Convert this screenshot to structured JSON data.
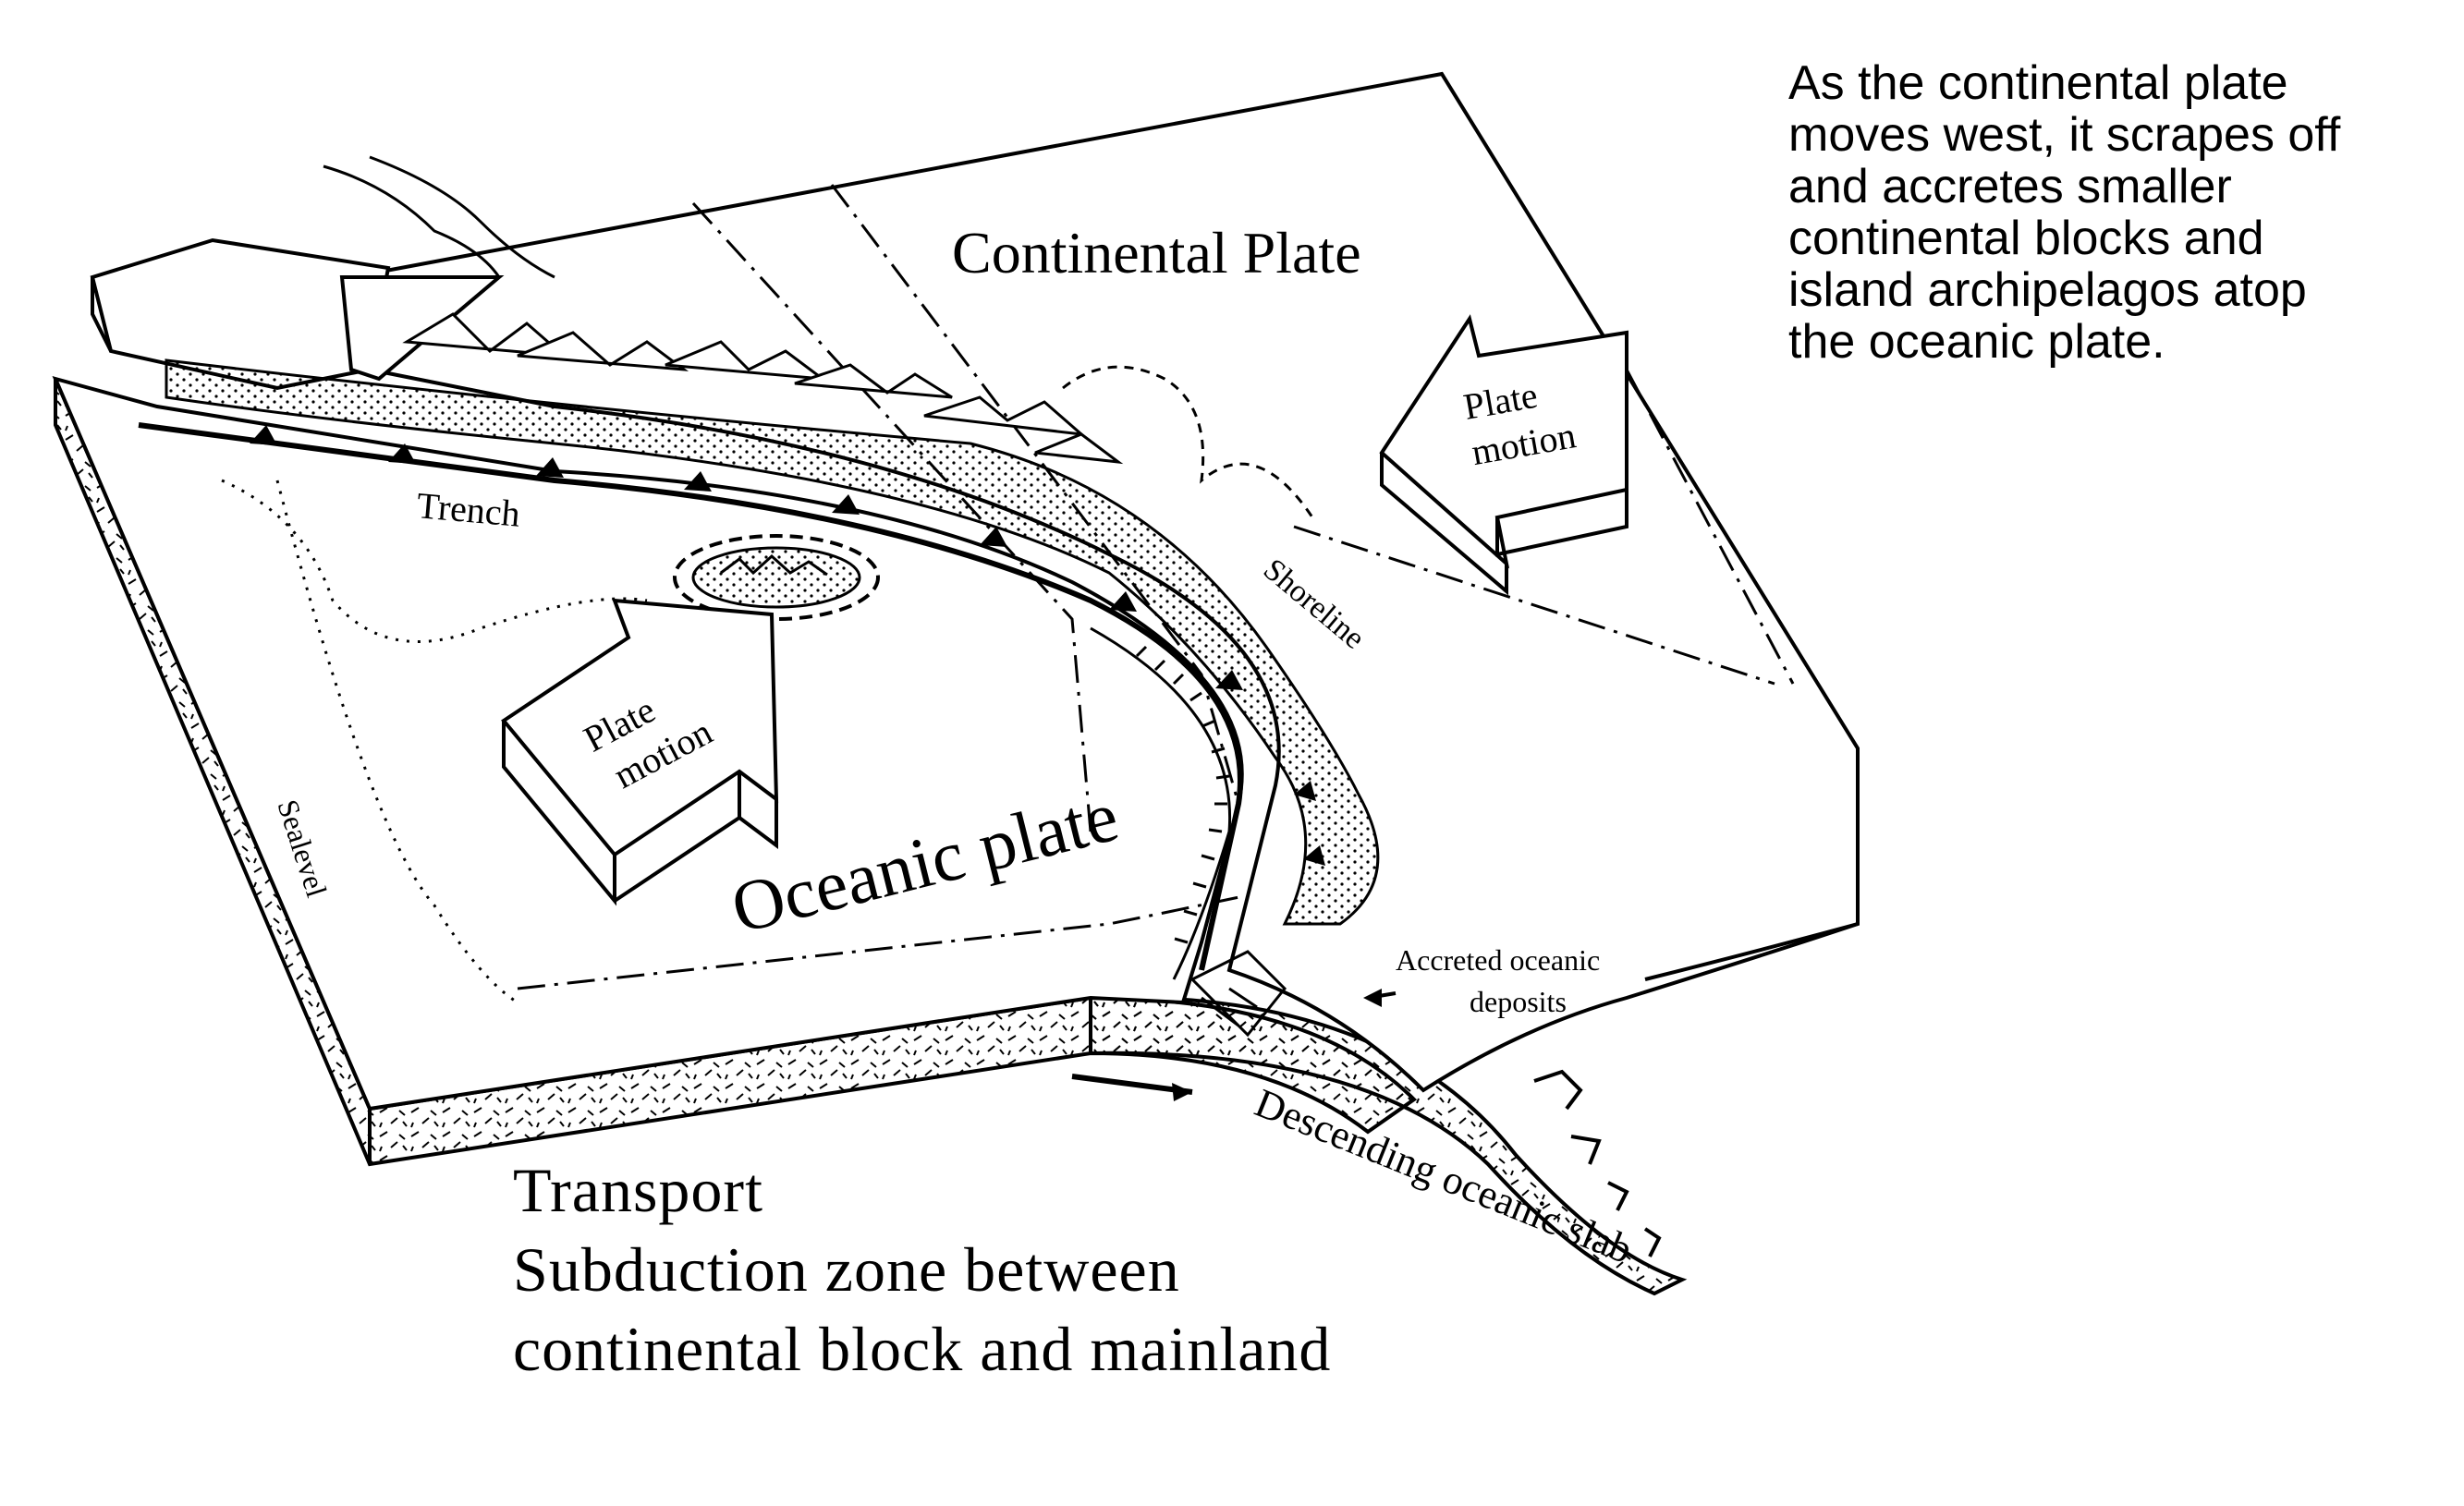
{
  "caption": {
    "lines": [
      "As the continental plate",
      "moves west, it scrapes off",
      "and accretes smaller",
      "continental blocks and",
      "island archipelagos atop",
      "the oceanic plate."
    ]
  },
  "labels": {
    "continental_plate": "Continental Plate",
    "oceanic_plate": "Oceanic plate",
    "trench": "Trench",
    "shoreline": "Shoreline",
    "sealevel": "Sealevel",
    "plate_motion_1": "Plate",
    "plate_motion_2": "motion",
    "accreted_1": "Accreted oceanic",
    "accreted_2": "deposits",
    "descending_slab": "Descending oceanic slab"
  },
  "bottom_title": {
    "line1": "Transport",
    "line2": "Subduction zone between",
    "line3": "continental block and mainland"
  }
}
